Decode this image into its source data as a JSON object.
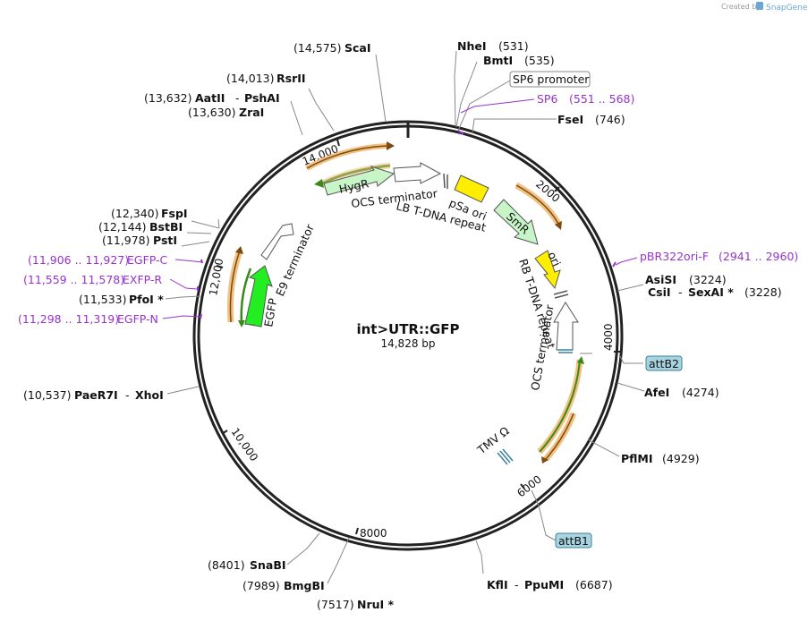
{
  "credit": {
    "prefix": "Created by",
    "brand": "SnapGene"
  },
  "plasmid": {
    "name": "int>UTR::GFP",
    "size": "14,828 bp"
  },
  "ticks": [
    "14,000",
    "2000",
    "4000",
    "6000",
    "8000",
    "10,000",
    "12,000"
  ],
  "enzymes": {
    "scai": {
      "pos": "(14,575)",
      "name": "ScaI"
    },
    "rsrii": {
      "pos": "(14,013)",
      "name": "RsrII"
    },
    "aatii": {
      "pos": "(13,632)",
      "name": "AatII",
      "sep": "-",
      "name2": "PshAI"
    },
    "zrai": {
      "pos": "(13,630)",
      "name": "ZraI"
    },
    "fspi": {
      "pos": "(12,340)",
      "name": "FspI"
    },
    "bstbi": {
      "pos": "(12,144)",
      "name": "BstBI"
    },
    "psti": {
      "pos": "(11,978)",
      "name": "PstI"
    },
    "pfoi": {
      "pos": "(11,533)",
      "name": "PfoI *"
    },
    "paer7i": {
      "pos": "(10,537)",
      "name": "PaeR7I",
      "sep": "-",
      "name2": "XhoI"
    },
    "snabi": {
      "pos": "(8401)",
      "name": "SnaBI"
    },
    "bmgbi": {
      "pos": "(7989)",
      "name": "BmgBI"
    },
    "nrui": {
      "pos": "(7517)",
      "name": "NruI *"
    },
    "kfli": {
      "name": "KflI",
      "sep": "-",
      "name2": "PpuMI",
      "pos": "(6687)"
    },
    "pflmi": {
      "name": "PflMI",
      "pos": "(4929)"
    },
    "afei": {
      "name": "AfeI",
      "pos": "(4274)"
    },
    "asisi": {
      "name": "AsiSI",
      "pos": "(3224)"
    },
    "csii": {
      "name": "CsiI",
      "sep": "-",
      "name2": "SexAI *",
      "pos": "(3228)"
    },
    "nhei": {
      "name": "NheI",
      "pos": "(531)"
    },
    "bmti": {
      "name": "BmtI",
      "pos": "(535)"
    },
    "fsei": {
      "name": "FseI",
      "pos": "(746)"
    }
  },
  "primers": {
    "egfp_c": {
      "range": "(11,906 .. 11,927)",
      "name": "EGFP-C"
    },
    "exfp_r": {
      "range": "(11,559 .. 11,578)",
      "name": "EXFP-R"
    },
    "egfp_n": {
      "range": "(11,298 .. 11,319)",
      "name": "EGFP-N"
    },
    "sp6": {
      "name": "SP6",
      "range": "(551 .. 568)"
    },
    "pbr322": {
      "name": "pBR322ori-F",
      "range": "(2941 .. 2960)"
    }
  },
  "boxes": {
    "sp6_promoter": "SP6 promoter",
    "attb2": "attB2",
    "attb1": "attB1"
  },
  "features": {
    "hygr": "HygR",
    "ocs_term_top": "OCS terminator",
    "lb_tdna": "LB T-DNA repeat",
    "psa_ori": "pSa ori",
    "smr": "SmR",
    "ori": "ori",
    "rb_tdna": "RB T-DNA repeat",
    "ocs_term_right": "OCS terminator",
    "tmv": "TMV Ω",
    "e9_term": "E9 terminator",
    "egfp": "EGFP"
  },
  "colors": {
    "backbone": "#222222",
    "primer": "#9933cc",
    "hygr": "#c8f5c8",
    "smr": "#c8f5c8",
    "egfp": "#22ee22",
    "ori": "#ffee00",
    "psa_ori": "#ffee00",
    "attb_box": "#a8d4e0",
    "orange_arc": "#f2c080",
    "green_arc": "#3a8a1a"
  }
}
